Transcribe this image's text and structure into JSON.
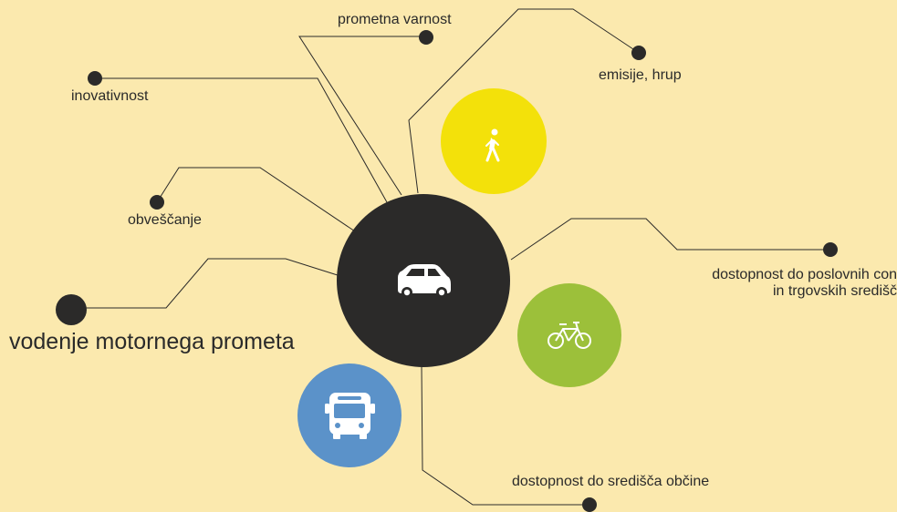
{
  "colors": {
    "background": "#fbe9ae",
    "hub": "#2b2a29",
    "line": "#2b2a29",
    "walk": "#f3e10a",
    "bike": "#9cc03a",
    "bus": "#5b92c9",
    "icon": "#ffffff"
  },
  "center": {
    "icon": "car-icon",
    "topic": "vodenje motornega prometa"
  },
  "labels": {
    "traffic_safety": "prometna varnost",
    "emissions": "emisije, hrup",
    "innovation": "inovativnost",
    "informing": "obveščanje",
    "main_topic": "vodenje motornega prometa",
    "business_access_line1": "dostopnost do poslovnih con",
    "business_access_line2": "in trgovskih središč",
    "center_access": "dostopnost do središča občine"
  },
  "modes": [
    {
      "name": "walking",
      "icon": "pedestrian-icon"
    },
    {
      "name": "cycling",
      "icon": "bicycle-icon"
    },
    {
      "name": "public-transport",
      "icon": "bus-icon"
    }
  ]
}
